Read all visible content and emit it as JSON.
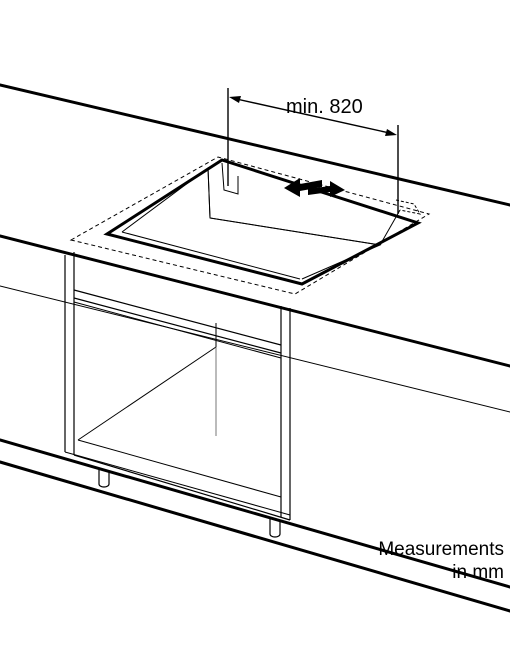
{
  "diagram": {
    "dimension_label": "min. 820",
    "note_line1": "Measurements",
    "note_line2": "in mm"
  },
  "colors": {
    "line": "#000000",
    "hidden": "#777777",
    "background": "#ffffff"
  }
}
